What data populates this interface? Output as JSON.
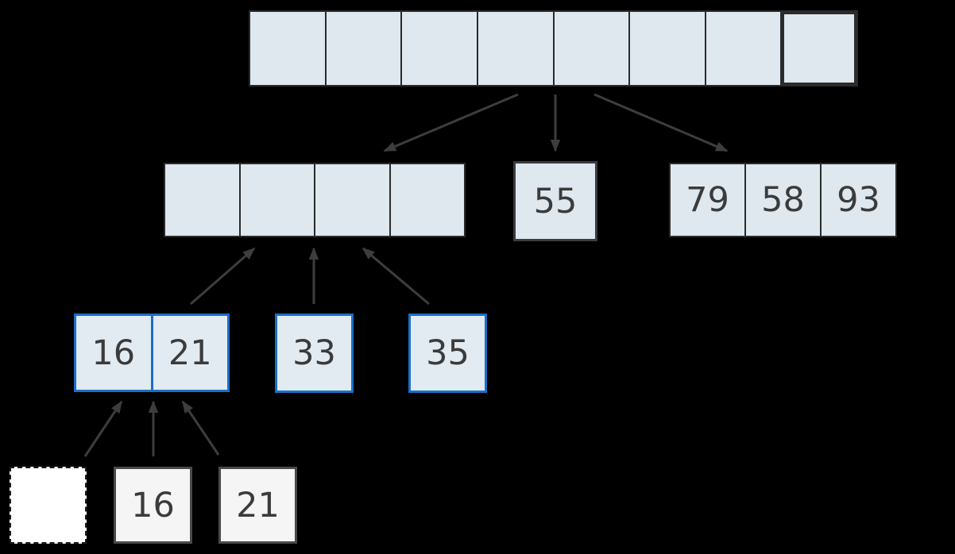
{
  "diagram": {
    "kind": "merge-sort-array-diagram",
    "colors": {
      "background": "#000000",
      "cell_fill": "#dfe8ef",
      "cell_border": "#2b2b2b",
      "highlight_blue": "#1b6fc6",
      "plain_fill": "#f5f5f5",
      "plain_border": "#4a4a4a",
      "arrow": "#3d3d3d",
      "text": "#3b3b3b"
    },
    "levels": {
      "top_row": {
        "cells": [
          "",
          "",
          "",
          "",
          "",
          "",
          "",
          ""
        ]
      },
      "level2_left": {
        "cells": [
          "",
          "",
          "",
          ""
        ]
      },
      "level2_single": {
        "value": "55"
      },
      "level2_right": {
        "cells": [
          "79",
          "58",
          "93"
        ]
      },
      "level3_pair": {
        "cells": [
          "16",
          "21"
        ]
      },
      "level3_single_a": {
        "value": "33"
      },
      "level3_single_b": {
        "value": "35"
      },
      "level4_dashed": {
        "value": ""
      },
      "level4_single_a": {
        "value": "16"
      },
      "level4_single_b": {
        "value": "21"
      }
    }
  }
}
